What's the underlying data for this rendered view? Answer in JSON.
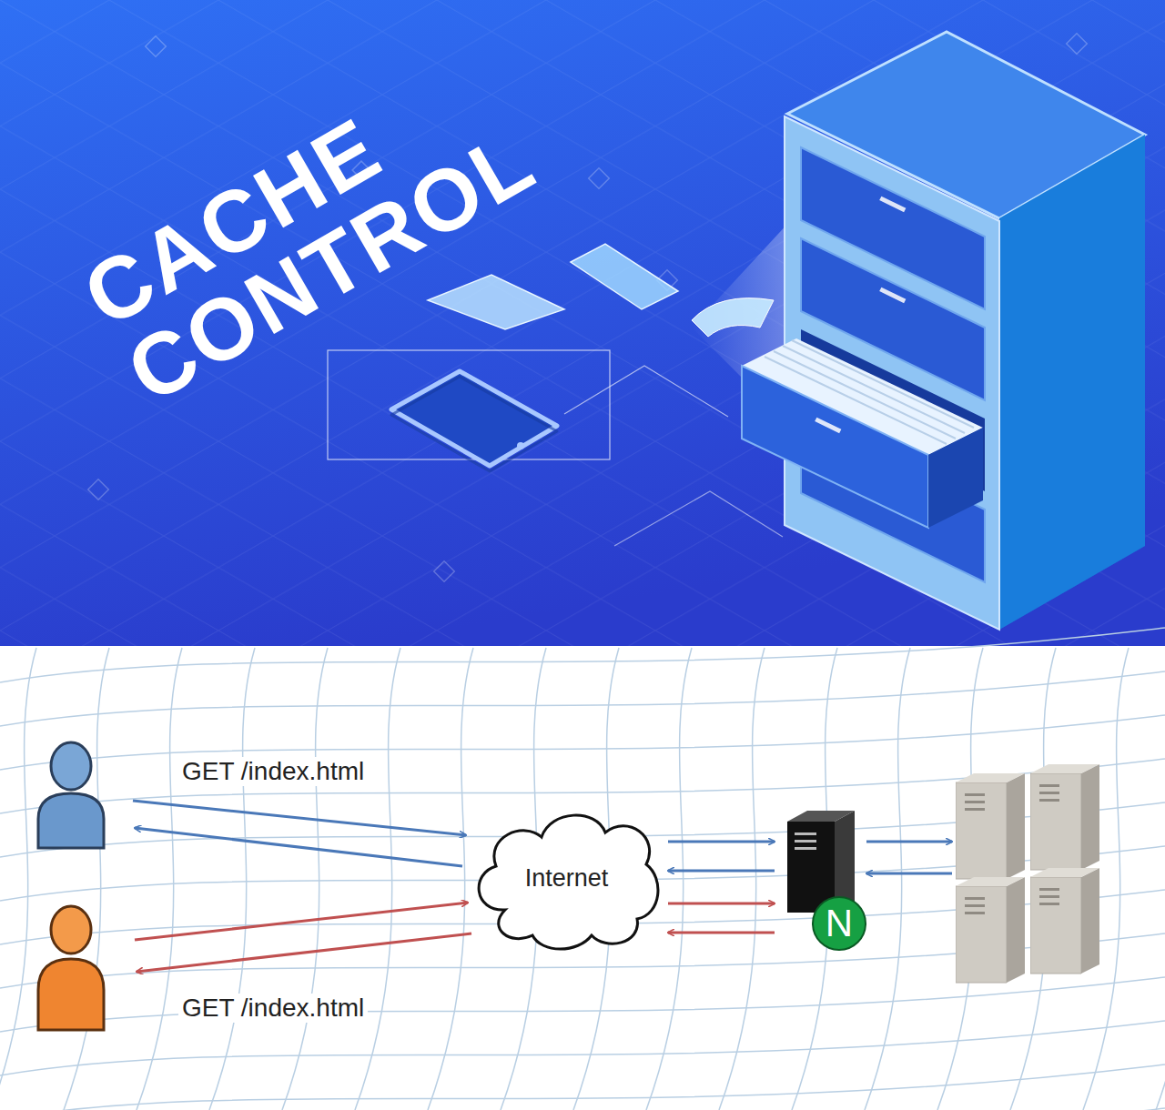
{
  "diagram": {
    "title": "CACHE CONTROL",
    "nodes": [
      {
        "text": [
          "Internet"
        ]
      },
      {
        "text": [
          "N"
        ]
      }
    ],
    "edges": [
      {
        "from": 0,
        "to": 1,
        "arrow": "to"
      },
      {
        "from": 1,
        "to": 0,
        "arrow": "to"
      },
      {
        "from": 0,
        "to": 1,
        "arrow": "to"
      },
      {
        "from": 1,
        "to": 0,
        "arrow": "to"
      }
    ],
    "labels": [
      "GET /index.html",
      "GET /index.html"
    ]
  }
}
